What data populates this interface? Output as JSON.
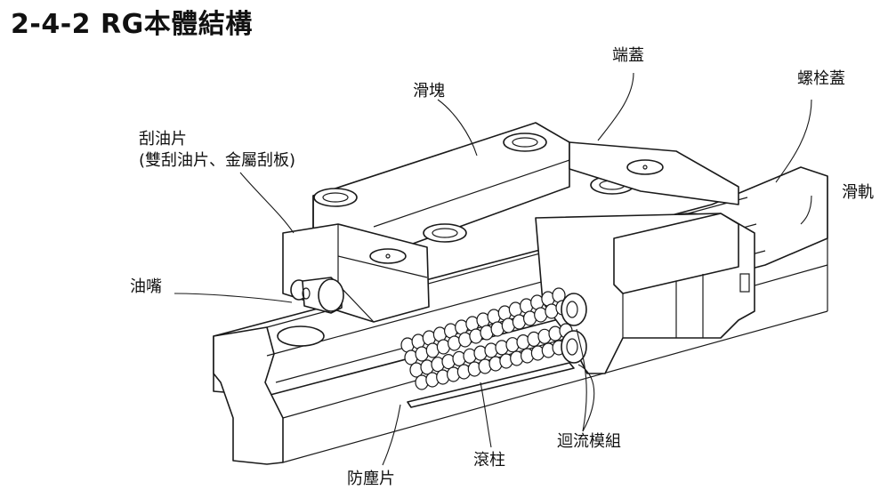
{
  "title": "2-4-2 RG本體結構",
  "labels": {
    "end_cap": "端蓋",
    "block": "滑塊",
    "bolt_cap": "螺栓蓋",
    "scraper_line1": "刮油片",
    "scraper_line2": "(雙刮油片、金屬刮板)",
    "rail": "滑軌",
    "grease_nipple": "油嘴",
    "recirculation": "迴流模組",
    "roller": "滾柱",
    "seal_strip": "防塵片"
  }
}
